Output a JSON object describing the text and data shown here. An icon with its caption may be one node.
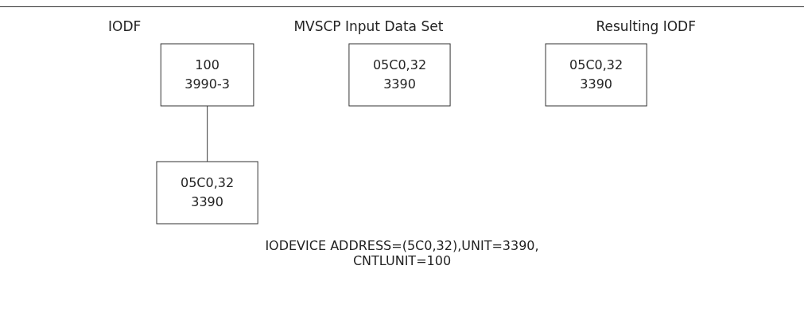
{
  "diagram": {
    "nodes": [
      {
        "text": [
          "100",
          "3990-3"
        ]
      },
      {
        "text": [
          "05C0,32",
          "3390"
        ]
      },
      {
        "text": [
          "05C0,32",
          "3390"
        ]
      },
      {
        "text": [
          "05C0,32",
          "3390"
        ]
      }
    ],
    "edges": [
      {
        "from": 0,
        "to": 2,
        "arrow": "none"
      }
    ],
    "labels": [
      "IODF",
      "MVSCP Input Data Set",
      "Resulting IODF",
      "IODEVICE ADDRESS=(5C0,32),UNIT=3390, CNTLUNIT=100"
    ]
  }
}
